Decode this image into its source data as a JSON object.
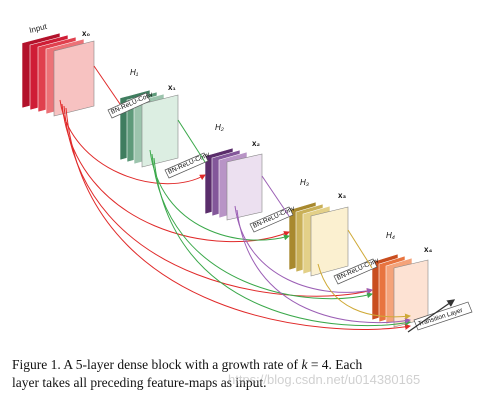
{
  "figure": {
    "input_label": "Input",
    "x_labels": [
      "x₀",
      "x₁",
      "x₂",
      "x₃",
      "x₄"
    ],
    "h_labels": [
      "H₁",
      "H₂",
      "H₃",
      "H₄"
    ],
    "conv_label": "BN-ReLU-Conv",
    "transition_label": "Transition Layer",
    "colors": {
      "block0": "#d9263b",
      "block1": "#3f7d5f",
      "block2": "#6b3d7a",
      "block3": "#c2a64a",
      "block4": "#e06b35",
      "arrow_red": "#e02a2a",
      "arrow_green": "#3aa84a",
      "arrow_purple": "#9b5fb5",
      "arrow_gold": "#cfa936",
      "arrow_dark": "#444444"
    }
  },
  "caption": {
    "prefix": "Figure 1. A 5-layer dense block with a growth rate of ",
    "k_var": "k",
    "k_rest": " = 4. Each",
    "line2": "layer takes all preceding feature-maps as input."
  },
  "watermark": "https://blog.csdn.net/u014380165"
}
